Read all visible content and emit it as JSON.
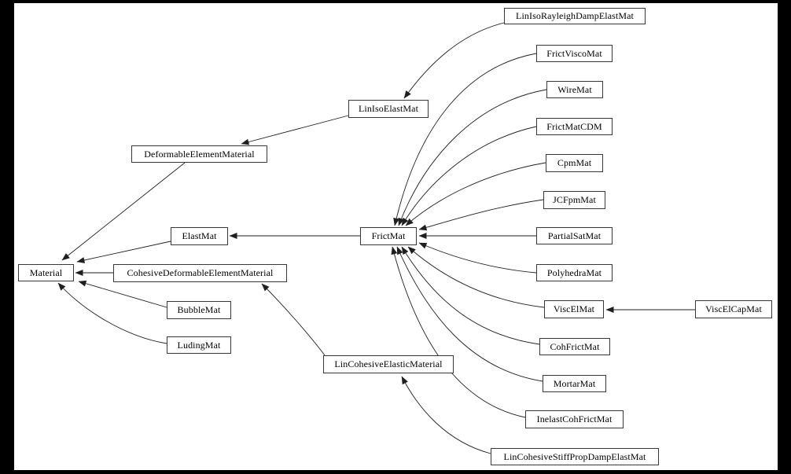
{
  "diagram": {
    "type": "class-inheritance-graph",
    "background_color": "#000000",
    "canvas_color": "#ffffff",
    "node_fill": "#ffffff",
    "node_border_color": "#383838",
    "edge_color": "#1f1f1f",
    "text_color": "#000000",
    "nodes": [
      {
        "id": "Material",
        "label": "Material"
      },
      {
        "id": "DeformableElementMaterial",
        "label": "DeformableElementMaterial"
      },
      {
        "id": "LinIsoElastMat",
        "label": "LinIsoElastMat"
      },
      {
        "id": "LinIsoRayleighDampElastMat",
        "label": "LinIsoRayleighDampElastMat"
      },
      {
        "id": "ElastMat",
        "label": "ElastMat"
      },
      {
        "id": "CohesiveDeformableElementMaterial",
        "label": "CohesiveDeformableElementMaterial"
      },
      {
        "id": "BubbleMat",
        "label": "BubbleMat"
      },
      {
        "id": "LudingMat",
        "label": "LudingMat"
      },
      {
        "id": "FrictMat",
        "label": "FrictMat"
      },
      {
        "id": "LinCohesiveElasticMaterial",
        "label": "LinCohesiveElasticMaterial"
      },
      {
        "id": "FrictViscoMat",
        "label": "FrictViscoMat"
      },
      {
        "id": "WireMat",
        "label": "WireMat"
      },
      {
        "id": "FrictMatCDM",
        "label": "FrictMatCDM"
      },
      {
        "id": "CpmMat",
        "label": "CpmMat"
      },
      {
        "id": "JCFpmMat",
        "label": "JCFpmMat"
      },
      {
        "id": "PartialSatMat",
        "label": "PartialSatMat"
      },
      {
        "id": "PolyhedraMat",
        "label": "PolyhedraMat"
      },
      {
        "id": "ViscElMat",
        "label": "ViscElMat"
      },
      {
        "id": "ViscElCapMat",
        "label": "ViscElCapMat"
      },
      {
        "id": "CohFrictMat",
        "label": "CohFrictMat"
      },
      {
        "id": "MortarMat",
        "label": "MortarMat"
      },
      {
        "id": "InelastCohFrictMat",
        "label": "InelastCohFrictMat"
      },
      {
        "id": "LinCohesiveStiffPropDampElastMat",
        "label": "LinCohesiveStiffPropDampElastMat"
      }
    ],
    "edges": [
      {
        "from": "DeformableElementMaterial",
        "to": "Material"
      },
      {
        "from": "LinIsoElastMat",
        "to": "DeformableElementMaterial"
      },
      {
        "from": "LinIsoRayleighDampElastMat",
        "to": "LinIsoElastMat"
      },
      {
        "from": "ElastMat",
        "to": "Material"
      },
      {
        "from": "CohesiveDeformableElementMaterial",
        "to": "Material"
      },
      {
        "from": "BubbleMat",
        "to": "Material"
      },
      {
        "from": "LudingMat",
        "to": "Material"
      },
      {
        "from": "FrictMat",
        "to": "ElastMat"
      },
      {
        "from": "FrictViscoMat",
        "to": "FrictMat"
      },
      {
        "from": "WireMat",
        "to": "FrictMat"
      },
      {
        "from": "FrictMatCDM",
        "to": "FrictMat"
      },
      {
        "from": "CpmMat",
        "to": "FrictMat"
      },
      {
        "from": "JCFpmMat",
        "to": "FrictMat"
      },
      {
        "from": "PartialSatMat",
        "to": "FrictMat"
      },
      {
        "from": "PolyhedraMat",
        "to": "FrictMat"
      },
      {
        "from": "ViscElMat",
        "to": "FrictMat"
      },
      {
        "from": "ViscElCapMat",
        "to": "ViscElMat"
      },
      {
        "from": "CohFrictMat",
        "to": "FrictMat"
      },
      {
        "from": "MortarMat",
        "to": "FrictMat"
      },
      {
        "from": "InelastCohFrictMat",
        "to": "FrictMat"
      },
      {
        "from": "LinCohesiveElasticMaterial",
        "to": "CohesiveDeformableElementMaterial"
      },
      {
        "from": "LinCohesiveStiffPropDampElastMat",
        "to": "LinCohesiveElasticMaterial"
      }
    ]
  }
}
